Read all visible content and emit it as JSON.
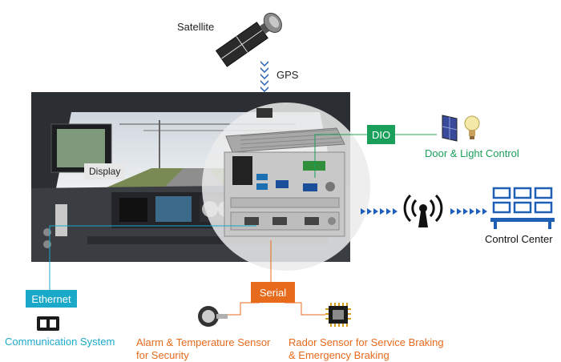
{
  "colors": {
    "green": "#1aa05a",
    "orange": "#e86a1c",
    "cyan": "#1aa9c8",
    "blue": "#1f5fb5",
    "dark_blue": "#1b4a94"
  },
  "labels": {
    "satellite": "Satellite",
    "gps": "GPS",
    "display": "Display",
    "dio": "DIO",
    "door_light": "Door & Light Control",
    "control_center": "Control Center",
    "ethernet": "Ethernet",
    "communication": "Communication System",
    "serial": "Serial",
    "alarm_line1": "Alarm & Temperature Sensor",
    "alarm_line2": "for Security",
    "rador_line1": "Rador Sensor for Service Braking",
    "rador_line2": "& Emergency Braking"
  },
  "icons": {
    "satellite": "satellite-icon",
    "antenna": "wireless-antenna-icon",
    "control_center": "video-wall-icon",
    "door": "door-icon",
    "bulb": "light-bulb-icon",
    "ethernet_port": "ethernet-port-icon",
    "encoder": "rotary-sensor-icon",
    "chip": "processor-chip-icon"
  }
}
